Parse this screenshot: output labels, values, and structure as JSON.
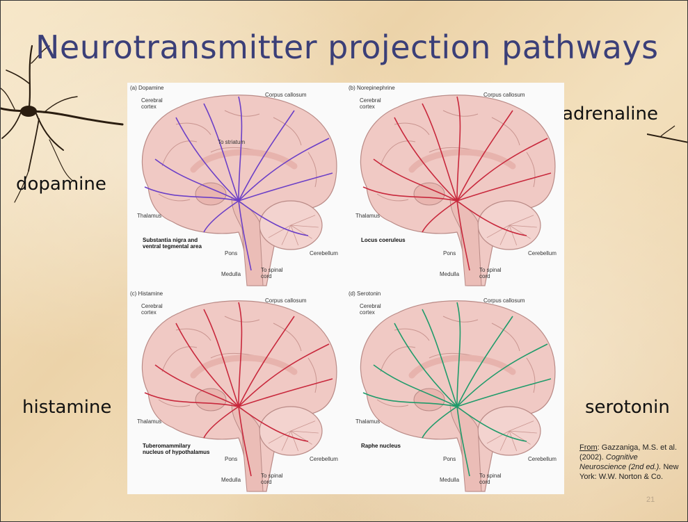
{
  "slide": {
    "title": "Neurotransmitter projection pathways",
    "labels": {
      "dopamine": "dopamine",
      "noradrenaline": "noradrenaline",
      "histamine": "histamine",
      "serotonin": "serotonin"
    },
    "page_number": "21"
  },
  "panels": [
    {
      "heading": "(a) Dopamine",
      "color": "#6b3fc7",
      "labels": {
        "cerebral_cortex_1": "Cerebral",
        "cerebral_cortex_2": "cortex",
        "corpus_callosum": "Corpus callosum",
        "extra": "To striatum",
        "thalamus": "Thalamus",
        "nucleus_1": "Substantia nigra and",
        "nucleus_2": "ventral tegmental area",
        "pons": "Pons",
        "medulla": "Medulla",
        "cerebellum": "Cerebellum",
        "spinal_1": "To spinal",
        "spinal_2": "cord"
      }
    },
    {
      "heading": "(b) Norepinephrine",
      "color": "#c8283c",
      "labels": {
        "cerebral_cortex_1": "Cerebral",
        "cerebral_cortex_2": "cortex",
        "corpus_callosum": "Corpus callosum",
        "extra": "",
        "thalamus": "Thalamus",
        "nucleus_1": "Locus coeruleus",
        "nucleus_2": "",
        "pons": "Pons",
        "medulla": "Medulla",
        "cerebellum": "Cerebellum",
        "spinal_1": "To spinal",
        "spinal_2": "cord"
      }
    },
    {
      "heading": "(c) Histamine",
      "color": "#c8283c",
      "labels": {
        "cerebral_cortex_1": "Cerebral",
        "cerebral_cortex_2": "cortex",
        "corpus_callosum": "Corpus callosum",
        "extra": "",
        "thalamus": "Thalamus",
        "nucleus_1": "Tuberomammilary",
        "nucleus_2": "nucleus of hypothalamus",
        "pons": "Pons",
        "medulla": "Medulla",
        "cerebellum": "Cerebellum",
        "spinal_1": "To spinal",
        "spinal_2": "cord"
      }
    },
    {
      "heading": "(d) Serotonin",
      "color": "#1f9b6a",
      "labels": {
        "cerebral_cortex_1": "Cerebral",
        "cerebral_cortex_2": "cortex",
        "corpus_callosum": "Corpus callosum",
        "extra": "",
        "thalamus": "Thalamus",
        "nucleus_1": "Raphe nucleus",
        "nucleus_2": "",
        "pons": "Pons",
        "medulla": "Medulla",
        "cerebellum": "Cerebellum",
        "spinal_1": "To spinal",
        "spinal_2": "cord"
      }
    }
  ],
  "citation": {
    "from": "From",
    "authors": ": Gazzaniga, M.S. et al. (2002). ",
    "book": "Cognitive Neuroscience (2nd ed.).",
    "publisher": " New York: W.W. Norton & Co."
  }
}
